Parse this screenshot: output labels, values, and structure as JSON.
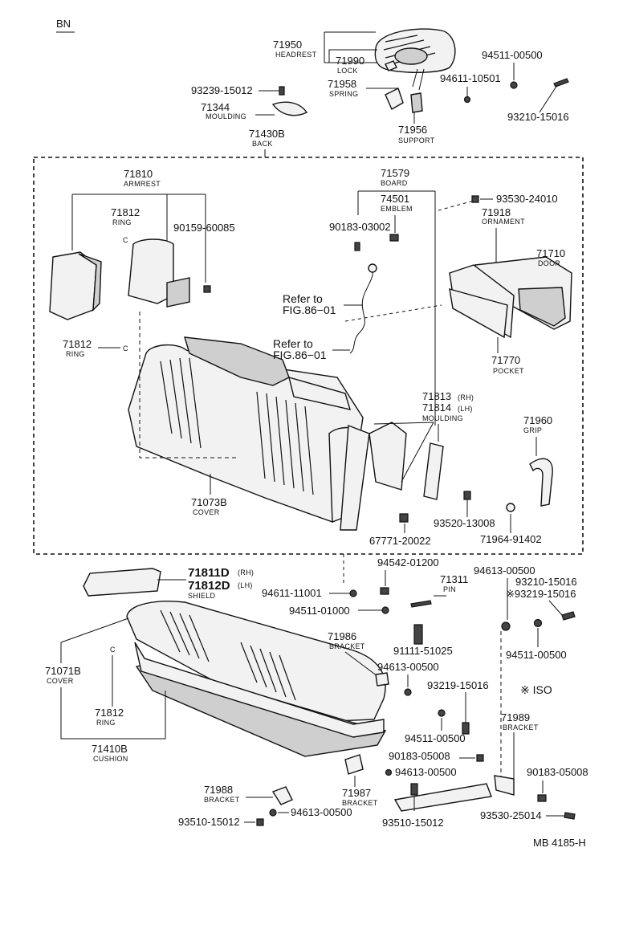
{
  "header": {
    "code": "BN",
    "figure_id": "MB 4185-H",
    "iso_note": "※ ISO"
  },
  "labels": {
    "l71950": "71950",
    "l71950s": "HEADREST",
    "l71990": "71990",
    "l71990s": "LOCK",
    "l71958": "71958",
    "l71958s": "SPRING",
    "l71956": "71956",
    "l71956s": "SUPPORT",
    "l94511a": "94511-00500",
    "l94611a": "94611-10501",
    "l93210a": "93210-15016",
    "l93239a": "93239-15012",
    "l71344": "71344",
    "l71344s": "MOULDING",
    "l71430": "71430B",
    "l71430s": "BACK",
    "l71810": "71810",
    "l71810s": "ARMREST",
    "l71812a": "71812",
    "l71812as": "RING",
    "l_c1": "C",
    "l90159": "90159-60085",
    "l71812b": "71812",
    "l71812bs": "RING",
    "l_c2": "C",
    "l71579": "71579",
    "l71579s": "BOARD",
    "l74501": "74501",
    "l74501s": "EMBLEM",
    "l90183a": "90183-03002",
    "l93530a": "93530-24010",
    "l71918": "71918",
    "l71918s": "ORNAMENT",
    "l71710": "71710",
    "l71710s": "DOOR",
    "ref1a": "Refer to",
    "ref1b": "FIG.86−01",
    "ref2a": "Refer to",
    "ref2b": "FIG.86−01",
    "l71770": "71770",
    "l71770s": "POCKET",
    "l71813": "71813",
    "l71813r": "(RH)",
    "l71814": "71814",
    "l71814r": "(LH)",
    "l71813s": "MOULDING",
    "l71960": "71960",
    "l71960s": "GRIP",
    "l71073": "71073B",
    "l71073s": "COVER",
    "l93520": "93520-13008",
    "l67771": "67771-20022",
    "l71964": "71964-91402",
    "l71811d": "71811D",
    "l71811dr": "(RH)",
    "l71812d": "71812D",
    "l71812dr": "(LH)",
    "l71811s": "SHIELD",
    "l94542": "94542-01200",
    "l94611b": "94611-11001",
    "l71311": "71311",
    "l71311s": "PIN",
    "l94511b": "94511-01000",
    "l94613a": "94613-00500",
    "l93210b": "93210-15016",
    "l93219a": "※93219-15016",
    "l91111": "91111-51025",
    "l71986": "71986",
    "l71986s": "BRACKET",
    "l94613b": "94613-00500",
    "l94511c": "94511-00500",
    "l71071": "71071B",
    "l71071s": "COVER",
    "l_c3": "C",
    "l71812c": "71812",
    "l71812cs": "RING",
    "l71410": "71410B",
    "l71410s": "CUSHION",
    "l93219b": "93219-15016",
    "l71989": "71989",
    "l71989s": "BRACKET",
    "l94511d": "94511-00500",
    "l90183b": "90183-05008",
    "l94613c": "94613-00500",
    "l90183c": "90183-05008",
    "l71988": "71988",
    "l71988s": "BRACKET",
    "l71987": "71987",
    "l71987s": "BRACKET",
    "l94613d": "94613-00500",
    "l93510a": "93510-15012",
    "l93510b": "93510-15012",
    "l93530b": "93530-25014"
  }
}
